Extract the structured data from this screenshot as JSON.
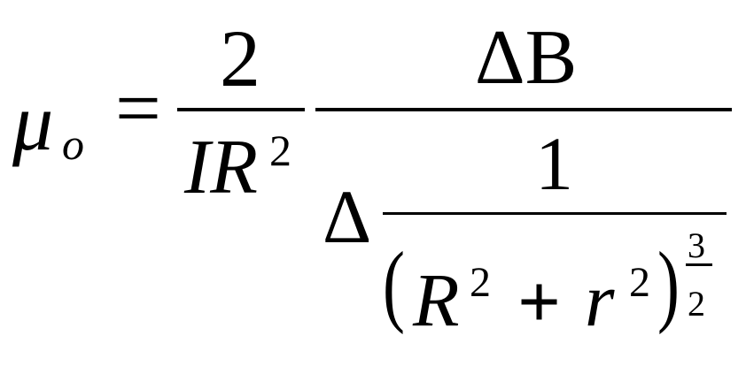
{
  "formula": {
    "lhs": {
      "symbol": "μ",
      "subscript": "o"
    },
    "equals": "=",
    "first_fraction": {
      "numerator": "2",
      "denominator": {
        "base": "IR",
        "exponent": "2"
      }
    },
    "second_fraction": {
      "numerator": "ΔB",
      "denominator": {
        "delta": "Δ",
        "inner_fraction": {
          "numerator": "1",
          "denominator": {
            "open_paren": "(",
            "term1_base": "R",
            "term1_exp": "2",
            "plus": "+",
            "term2_base": "r",
            "term2_exp": "2",
            "close_paren": ")",
            "outer_exp_numerator": "3",
            "outer_exp_denominator": "2"
          }
        }
      }
    }
  }
}
